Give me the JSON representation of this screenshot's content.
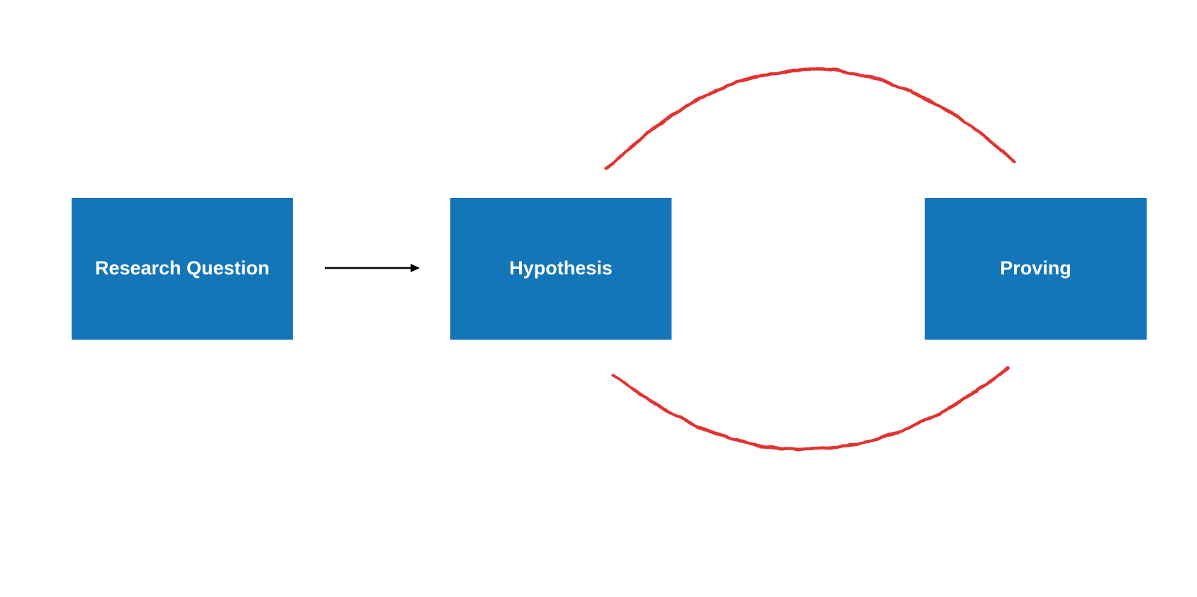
{
  "diagram": {
    "nodes": [
      {
        "id": "research-question",
        "label": "Research Question",
        "shape": "rectangle"
      },
      {
        "id": "hypothesis",
        "label": "Hypothesis",
        "shape": "rectangle"
      },
      {
        "id": "proving",
        "label": "Proving",
        "shape": "rectangle"
      }
    ],
    "connectors": [
      {
        "from": "research-question",
        "to": "hypothesis",
        "style": "straight-arrow",
        "color": "#000000"
      },
      {
        "from": "hypothesis",
        "to": "proving",
        "style": "hand-drawn-arc-top",
        "color": "#e23230"
      },
      {
        "from": "proving",
        "to": "hypothesis",
        "style": "hand-drawn-arc-bottom",
        "color": "#e23230"
      }
    ]
  },
  "colors": {
    "background": "#ffffff",
    "node_fill": "#1476b8",
    "node_label": "#ffffff",
    "arrow_connector": "#000000",
    "cycle_connector": "#e23230"
  }
}
